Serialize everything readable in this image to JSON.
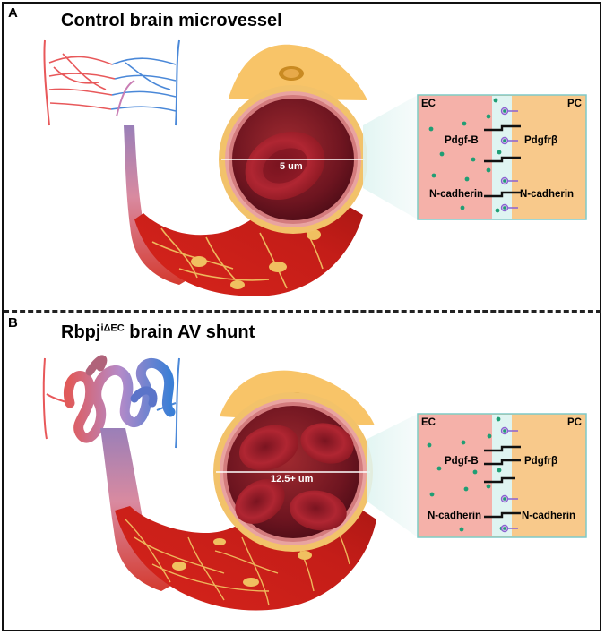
{
  "colors": {
    "ec": "#f5b1a9",
    "pc": "#f8c98b",
    "gap": "#dff4f1",
    "dot": "#1f9e74",
    "receptor": "#8a63d2",
    "artery": "#e8585a",
    "vein": "#4a88d8",
    "vessel_red": "#c8201b",
    "vessel_yellow": "#f0c060"
  },
  "panel_a": {
    "letter": "A",
    "title": "Control brain microvessel",
    "diameter": "5 um",
    "inset": {
      "left": "EC",
      "right": "PC",
      "ligand": "Pdgf-B",
      "receptor": "Pdgfrβ",
      "ec_adhesion": "N-cadherin",
      "pc_adhesion": "N-cadherin"
    }
  },
  "panel_b": {
    "letter": "B",
    "title_main": "Rbpj",
    "title_sup": "iΔEC",
    "title_rest": " brain AV shunt",
    "diameter": "12.5+ um",
    "inset": {
      "left": "EC",
      "right": "PC",
      "ligand": "Pdgf-B",
      "receptor": "Pdgfrβ",
      "ec_adhesion": "N-cadherin",
      "pc_adhesion": "N-cadherin"
    }
  }
}
